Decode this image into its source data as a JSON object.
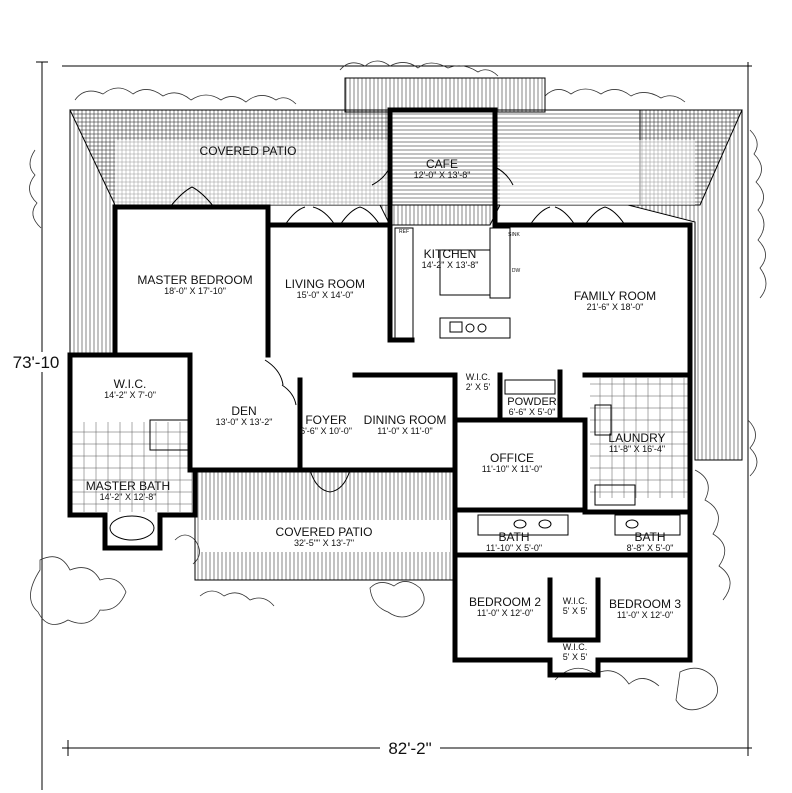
{
  "dimensions": {
    "width": "82'-2\"",
    "depth": "73'-10"
  },
  "rooms": [
    {
      "id": "covered-patio-rear",
      "name": "COVERED PATIO",
      "size": ""
    },
    {
      "id": "cafe",
      "name": "CAFE",
      "size": "12'-0\" X 13'-8\""
    },
    {
      "id": "kitchen",
      "name": "KITCHEN",
      "size": "14'-2\" X 13'-8\""
    },
    {
      "id": "master-bedroom",
      "name": "MASTER BEDROOM",
      "size": "18'-0\" X 17'-10\""
    },
    {
      "id": "living-room",
      "name": "LIVING ROOM",
      "size": "15'-0\" X 14'-0\""
    },
    {
      "id": "family-room",
      "name": "FAMILY ROOM",
      "size": "21'-6\" X 18'-0\""
    },
    {
      "id": "wic-master",
      "name": "W.I.C.",
      "size": "14'-2\" X 7'-0\""
    },
    {
      "id": "den",
      "name": "DEN",
      "size": "13'-0\" X 13'-2\""
    },
    {
      "id": "foyer",
      "name": "FOYER",
      "size": "6'-6\" X 10'-0\""
    },
    {
      "id": "dining-room",
      "name": "DINING ROOM",
      "size": "11'-0\" X 11'-0\""
    },
    {
      "id": "wic-small",
      "name": "W.I.C.",
      "size": "2' X 5'"
    },
    {
      "id": "powder",
      "name": "POWDER",
      "size": "6'-6\" X 5'-0\""
    },
    {
      "id": "laundry",
      "name": "LAUNDRY",
      "size": "11'-8\" X 16'-4\""
    },
    {
      "id": "office",
      "name": "OFFICE",
      "size": "11'-10\" X 11'-0\""
    },
    {
      "id": "master-bath",
      "name": "MASTER BATH",
      "size": "14'-2\" X 12'-8\""
    },
    {
      "id": "covered-patio-front",
      "name": "COVERED PATIO",
      "size": "32'-5\"\" X 13'-7\""
    },
    {
      "id": "bath-1",
      "name": "BATH",
      "size": "11'-10\" X 5'-0\""
    },
    {
      "id": "bath-2",
      "name": "BATH",
      "size": "8'-8\" X 5'-0\""
    },
    {
      "id": "bedroom-2",
      "name": "BEDROOM 2",
      "size": "11'-0\" X 12'-0\""
    },
    {
      "id": "wic-bed2",
      "name": "W.I.C.",
      "size": "5' X 5'"
    },
    {
      "id": "bedroom-3",
      "name": "BEDROOM 3",
      "size": "11'-0\" X 12'-0\""
    },
    {
      "id": "wic-bed3",
      "name": "W.I.C.",
      "size": "5' X 5'"
    }
  ],
  "fixtures": {
    "ref": "REF",
    "sink": "SINK",
    "dw": "DW"
  }
}
